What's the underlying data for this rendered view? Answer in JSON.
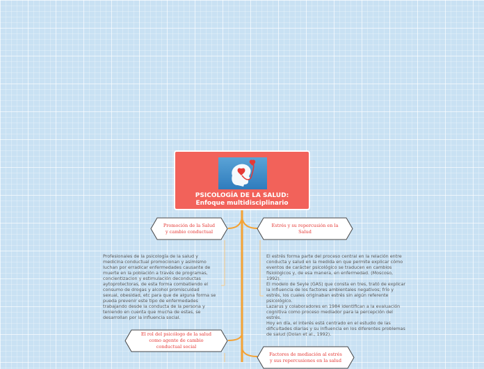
{
  "central": {
    "title": "PSICOLOGÍA DE LA SALUD:",
    "subtitle": "Enfoque multidisciplinario",
    "image_icon": "head-with-heart-icon"
  },
  "topics": {
    "promocion": "Promoción de la Salud y cambio conductual",
    "estres": "Estrés y su repercusión en la Salud",
    "rol": "El rol del psicólogo de la salud como agente de cambio conductual social",
    "factores": "Factores de mediación al estrés y sus repercusiones en la salud"
  },
  "notes": {
    "promocion": "Profesionales de la psicología de la salud y\nmedicina conductual promocionan y asimismo\nluchan por erradicar enfermedades causante de\nmuerte en la población a través de programas,\nconcientizacion y estimulación deconductas\nayto­protectoras, de esta forma combatiendo el\nconsumo de drogas y alcohol promiscuidad\nsexual, obesidad, etc para que de alguna forma se\npueda prevenir este tipo de enfermedades\ntrabajando desde la conducta de la persona y\nteniendo en cuenta que mucha de estas, se\ndesarrollan por la influencia social.",
    "estres": "El estrés forma parte del proceso central en la relación entre\nconducta y salud en la medida en que permite explicar cómo\neventos de carácter psicológico se traducen en cambios\nfisiológicos y, de esa manera, en enfermedad. (Moscoso,\n1992).\nEl modelo de Seyle (GAS) que consta en tres, trató de explicar\nla influencia de los factores ambientales negativos; frío y\nestrés, los cuales originaban estrés sin algún referente\npsicológico.\nLazarus y colaboradores en 1984 identifican a la evaluación\ncognitiva como proceso mediador para la percepción del\nestrés.\nHoy en día, el interés está centrado en el estudio de las\ndificultades diarias y su influencia en los diferentes problemas\nde salud (Dolan et al., 1992)."
  },
  "colors": {
    "background": "#c9e1f3",
    "central_fill": "#f2625a",
    "branch": "#f4a234",
    "topic_text": "#e53935"
  }
}
